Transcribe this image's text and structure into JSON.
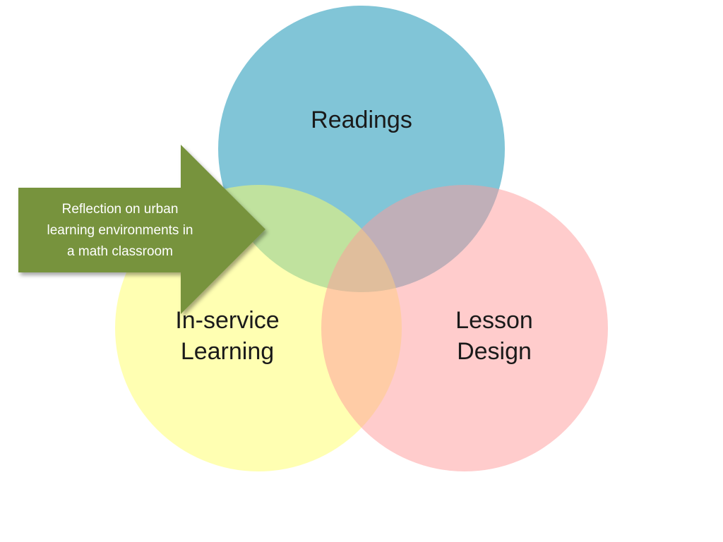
{
  "diagram": {
    "circles": [
      {
        "id": "readings",
        "lines": [
          "Readings"
        ],
        "color": "#4BACC6"
      },
      {
        "id": "in-service",
        "lines": [
          "In-service",
          "Learning"
        ],
        "color": "#FFFF66"
      },
      {
        "id": "lesson-design",
        "lines": [
          "Lesson",
          "Design"
        ],
        "color": "#FF9999"
      }
    ],
    "arrow": {
      "lines": [
        "Reflection on urban",
        "learning environments in",
        "a math classroom"
      ],
      "color": "#77933C"
    }
  }
}
